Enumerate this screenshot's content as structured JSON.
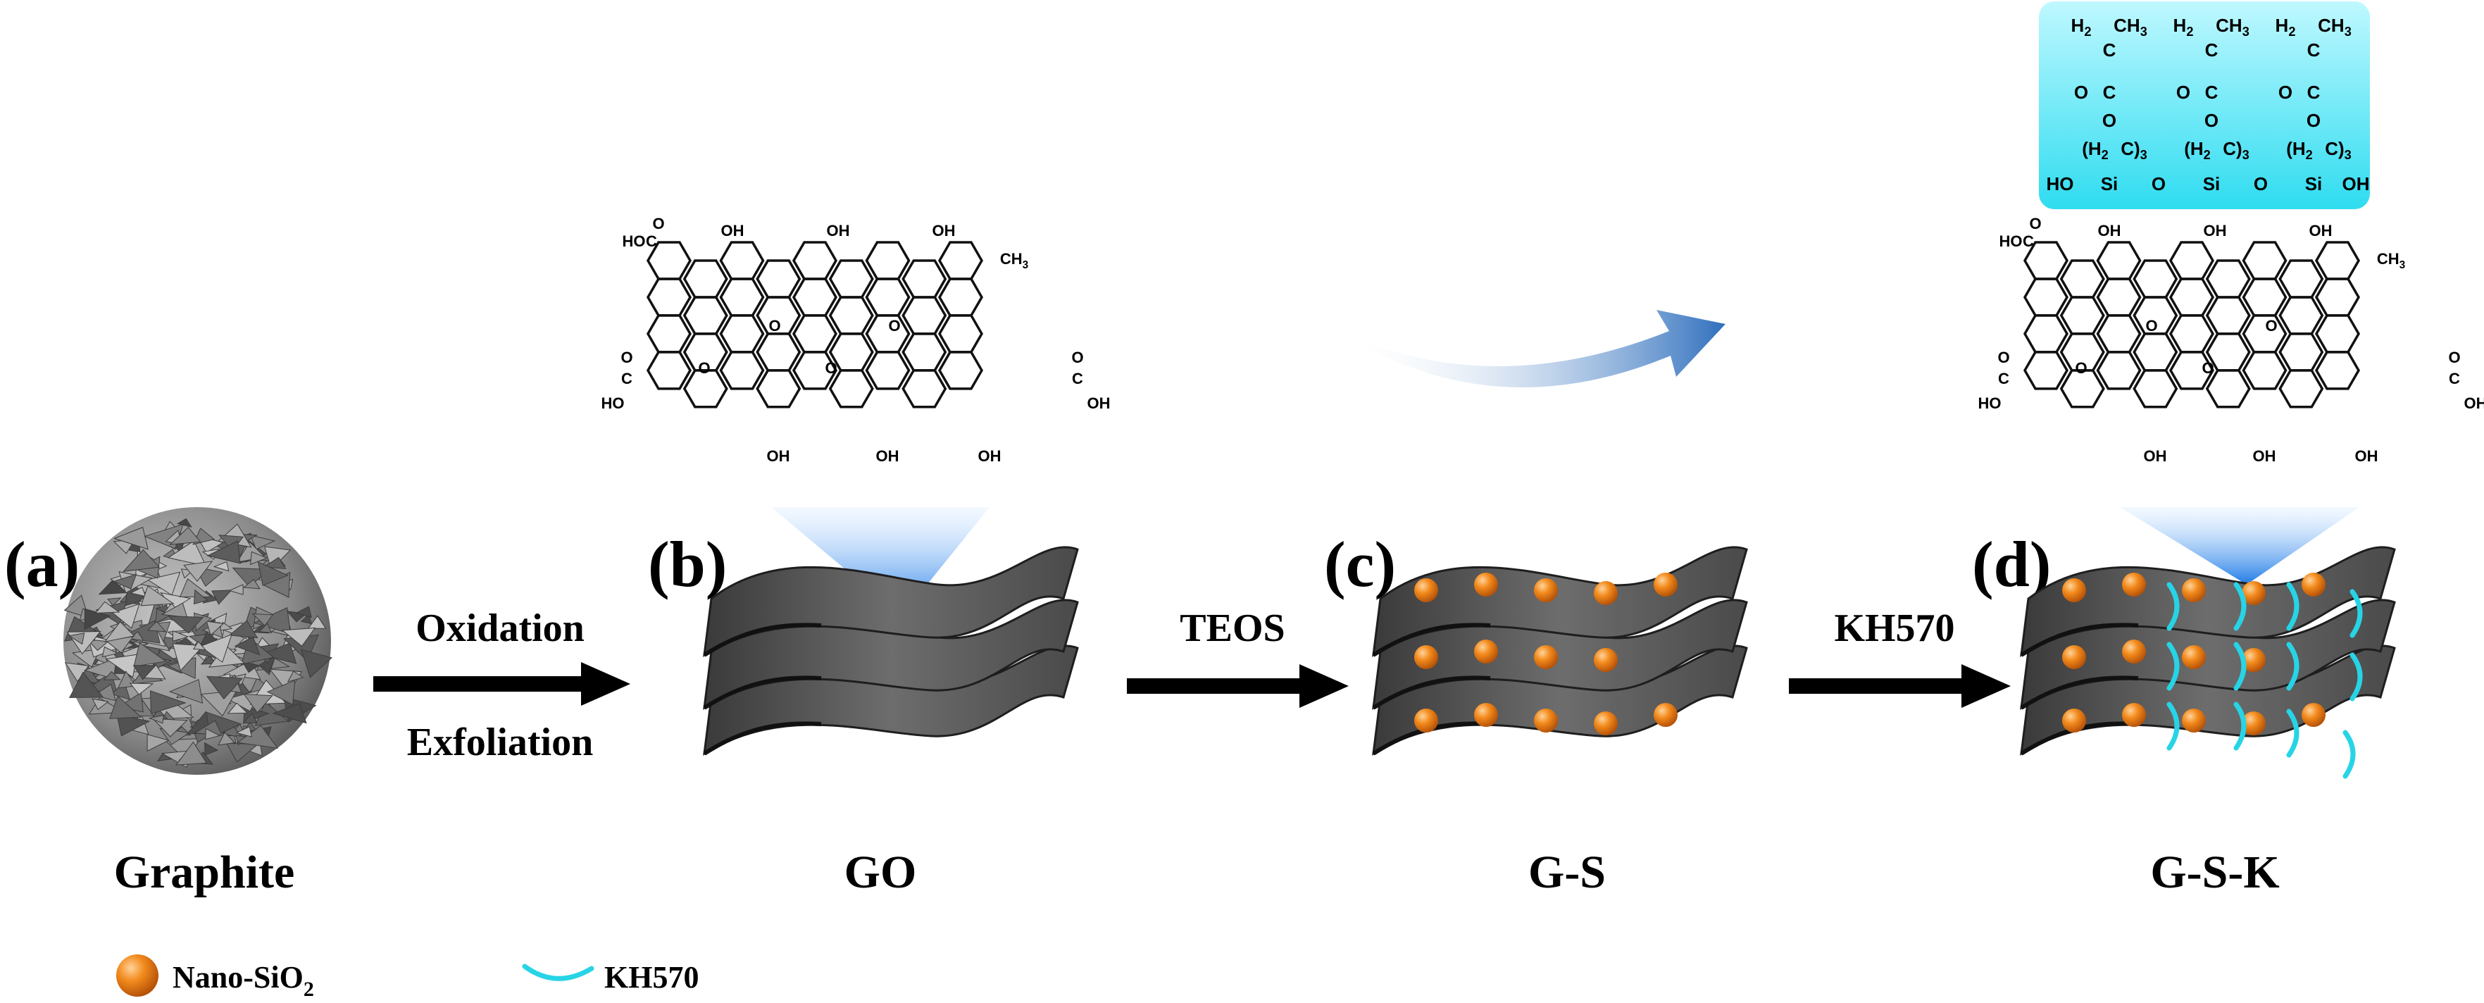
{
  "panels": {
    "a": {
      "tag": "(a)",
      "name": "Graphite"
    },
    "b": {
      "tag": "(b)",
      "name": "GO"
    },
    "c": {
      "tag": "(c)",
      "name": "G-S"
    },
    "d": {
      "tag": "(d)",
      "name": "G-S-K"
    }
  },
  "steps": {
    "oxidation": "Oxidation",
    "exfoliation": "Exfoliation",
    "teos": "TEOS",
    "kh570": "KH570"
  },
  "legend": {
    "nano_sio2_prefix": "Nano-SiO",
    "nano_sio2_sub": "2",
    "kh570": "KH570"
  },
  "go_structure": {
    "hooc_top": "HO",
    "c_top": "C",
    "o_top": "O",
    "oh_1": "OH",
    "oh_2": "OH",
    "oh_3": "OH",
    "ch3": "CH",
    "ch3_sub": "3",
    "epoxy_o1": "O",
    "epoxy_o2": "O",
    "epoxy_o3": "O",
    "epoxy_o4": "O",
    "cooh_left_o": "O",
    "cooh_left_c": "C",
    "cooh_left_ho": "HO",
    "cooh_right_o": "O",
    "cooh_right_c": "C",
    "cooh_right_oh": "OH",
    "oh_b1": "OH",
    "oh_b2": "OH",
    "oh_b3": "OH"
  },
  "kh570_structure": {
    "h2c": "H",
    "ch3": "CH",
    "c_label": "C",
    "o_label": "O",
    "h2c_chain": "(H",
    "chain_tail": "C)",
    "sub2": "2",
    "sub3": "3",
    "ho_si": "HO",
    "si": "Si",
    "o_link": "O",
    "si_oh": "OH"
  },
  "colors": {
    "sheet": "#5a5a5a",
    "sheet_dark": "#2e2e2e",
    "nano_sio2": "#f28a1c",
    "kh570": "#27d4e6",
    "beam": "#2d8be8",
    "kh570_box": "#34e1f2",
    "arrow": "#000000",
    "curved_arrow": "#2f6fbd"
  }
}
